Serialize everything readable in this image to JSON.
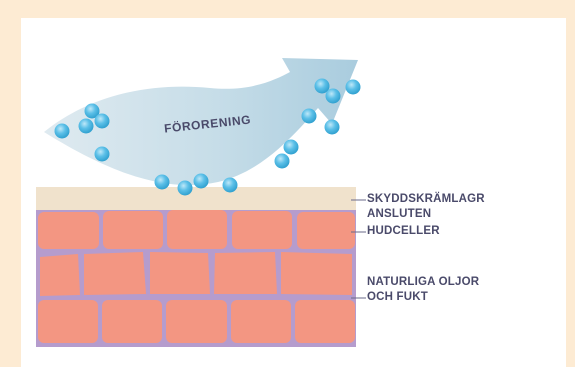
{
  "colors": {
    "outer_background": "#fdebd3",
    "panel_background": "#ffffff",
    "protective_layer": "#f0e2cc",
    "skin_cells": "#f39682",
    "cell_outline": "#a88fc4",
    "arrow_fill": "#c9dfea",
    "particles": "#3fb0de",
    "label_text": "#4a4a6a"
  },
  "arrow": {
    "label": "FÖRORENING",
    "icon": "curved-arrow-icon",
    "particle_icon": "pollution-particle-icon"
  },
  "labels": {
    "protective_layer": [
      "SKYDDSKRÄMLAGR",
      "ANSLUTEN"
    ],
    "skin_cells": [
      "HUDCELLER"
    ],
    "natural_oils": [
      "NATURLIGA OLJOR",
      "OCH FUKT"
    ]
  }
}
